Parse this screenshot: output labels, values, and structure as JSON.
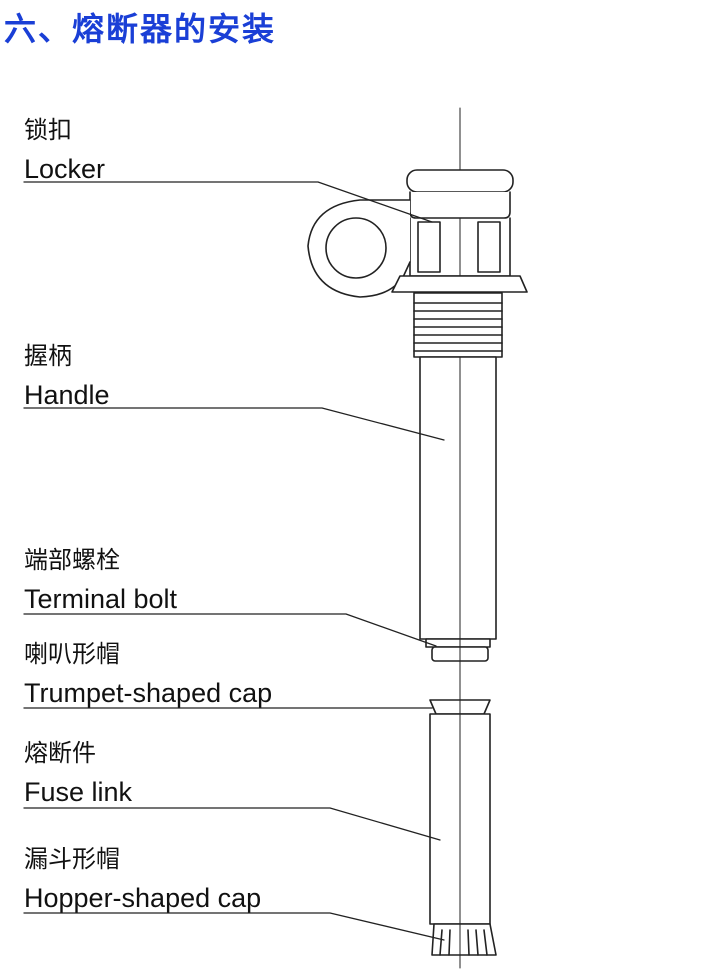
{
  "title": "六、熔断器的安装",
  "colors": {
    "title": "#1a3fd6",
    "line": "#222222",
    "fill": "#ffffff"
  },
  "labels": [
    {
      "id": "locker",
      "cn": "锁扣",
      "en": "Locker"
    },
    {
      "id": "handle",
      "cn": "握柄",
      "en": "Handle"
    },
    {
      "id": "terminal-bolt",
      "cn": "端部螺栓",
      "en": "Terminal bolt"
    },
    {
      "id": "trumpet-cap",
      "cn": "喇叭形帽",
      "en": "Trumpet-shaped cap"
    },
    {
      "id": "fuse-link",
      "cn": "熔断件",
      "en": "Fuse link"
    },
    {
      "id": "hopper-cap",
      "cn": "漏斗形帽",
      "en": "Hopper-shaped cap"
    }
  ]
}
